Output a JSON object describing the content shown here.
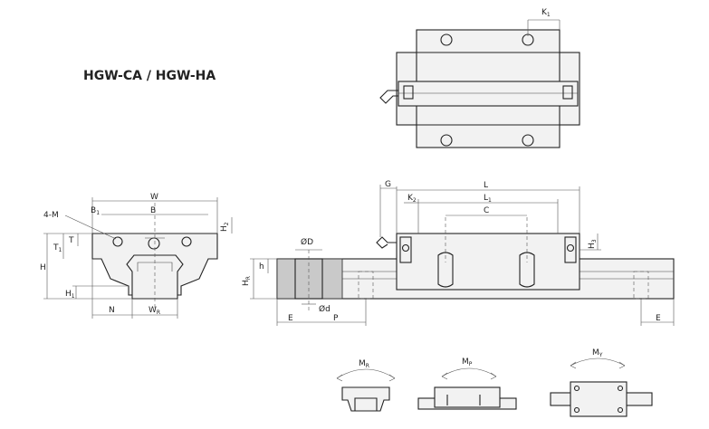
{
  "title": "HGW-CA / HGW-HA",
  "labels": {
    "K1": "K",
    "K1_sub": "1",
    "W": "W",
    "B": "B",
    "B1": "B",
    "B1_sub": "1",
    "H2": "H",
    "H2_sub": "2",
    "four_m": "4-M",
    "T": "T",
    "T1": "T",
    "T1_sub": "1",
    "H": "H",
    "H1": "H",
    "H1_sub": "1",
    "N": "N",
    "WR": "W",
    "WR_sub": "R",
    "G": "G",
    "L": "L",
    "K2": "K",
    "K2_sub": "2",
    "L1": "L",
    "L1_sub": "1",
    "C": "C",
    "H3": "H",
    "H3_sub": "3",
    "D": "ØD",
    "h": "h",
    "HR": "H",
    "HR_sub": "R",
    "d": "Ød",
    "E": "E",
    "P": "P",
    "E_right": "E",
    "MR": "M",
    "MR_sub": "R",
    "MP": "M",
    "MP_sub": "P",
    "MY": "M",
    "MY_sub": "Y"
  }
}
